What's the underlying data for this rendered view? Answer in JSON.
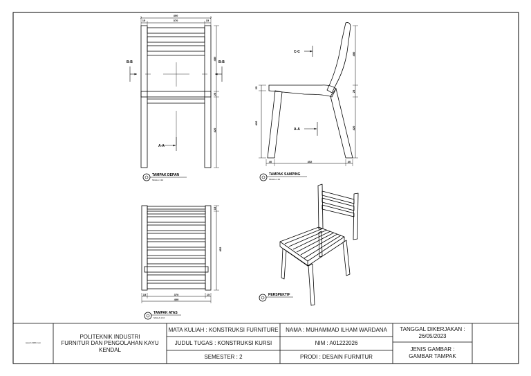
{
  "views": {
    "front": {
      "title": "TAMPAK DEPAN",
      "scale": "SKALA 1:10"
    },
    "side": {
      "title": "TAMPAK SAMPING",
      "scale": "SKALA 1:10"
    },
    "top": {
      "title": "TAMPAK ATAS",
      "scale": "SKALA 1:10"
    },
    "perspective": {
      "title": "PERSPEKTIF"
    }
  },
  "dimensions": {
    "front_overall_width": "400",
    "front_inner_width": "370",
    "front_leg": "15",
    "front_upper_height": "450",
    "front_seat_thickness": "25",
    "front_lower_height": "420",
    "side_top_height": "450",
    "side_mid": "25",
    "side_bottom_height": "420",
    "side_depth": "452",
    "side_leg": "40",
    "side_seat_height": "420",
    "side_seat_thk": "25",
    "top_depth": "452",
    "top_inner_width": "370",
    "top_overall_width": "400",
    "top_side": "15"
  },
  "section_labels": {
    "bb": "B-B",
    "aa": "A-A",
    "cc": "C-C"
  },
  "title_block": {
    "logo_text": "www.123RF.com",
    "institution": [
      "POLITEKNIK INDUSTRI",
      "FURNITUR DAN PENGOLAHAN KAYU",
      "KENDAL"
    ],
    "mata_kuliah": "MATA KULIAH : KONSTRUKSI FURNITURE",
    "judul_tugas": "JUDUL TUGAS : KONSTRUKSI KURSI",
    "semester": "SEMESTER : 2",
    "nama": "NAMA : MUHAMMAD ILHAM WARDANA",
    "nim": "NIM : A01222026",
    "prodi": "PRODI : DESAIN FURNITUR",
    "tanggal_label": "TANGGAL DIKERJAKAN :",
    "tanggal": "26/05/2023",
    "jenis_label": "JENIS GAMBAR :",
    "jenis": "GAMBAR TAMPAK"
  }
}
